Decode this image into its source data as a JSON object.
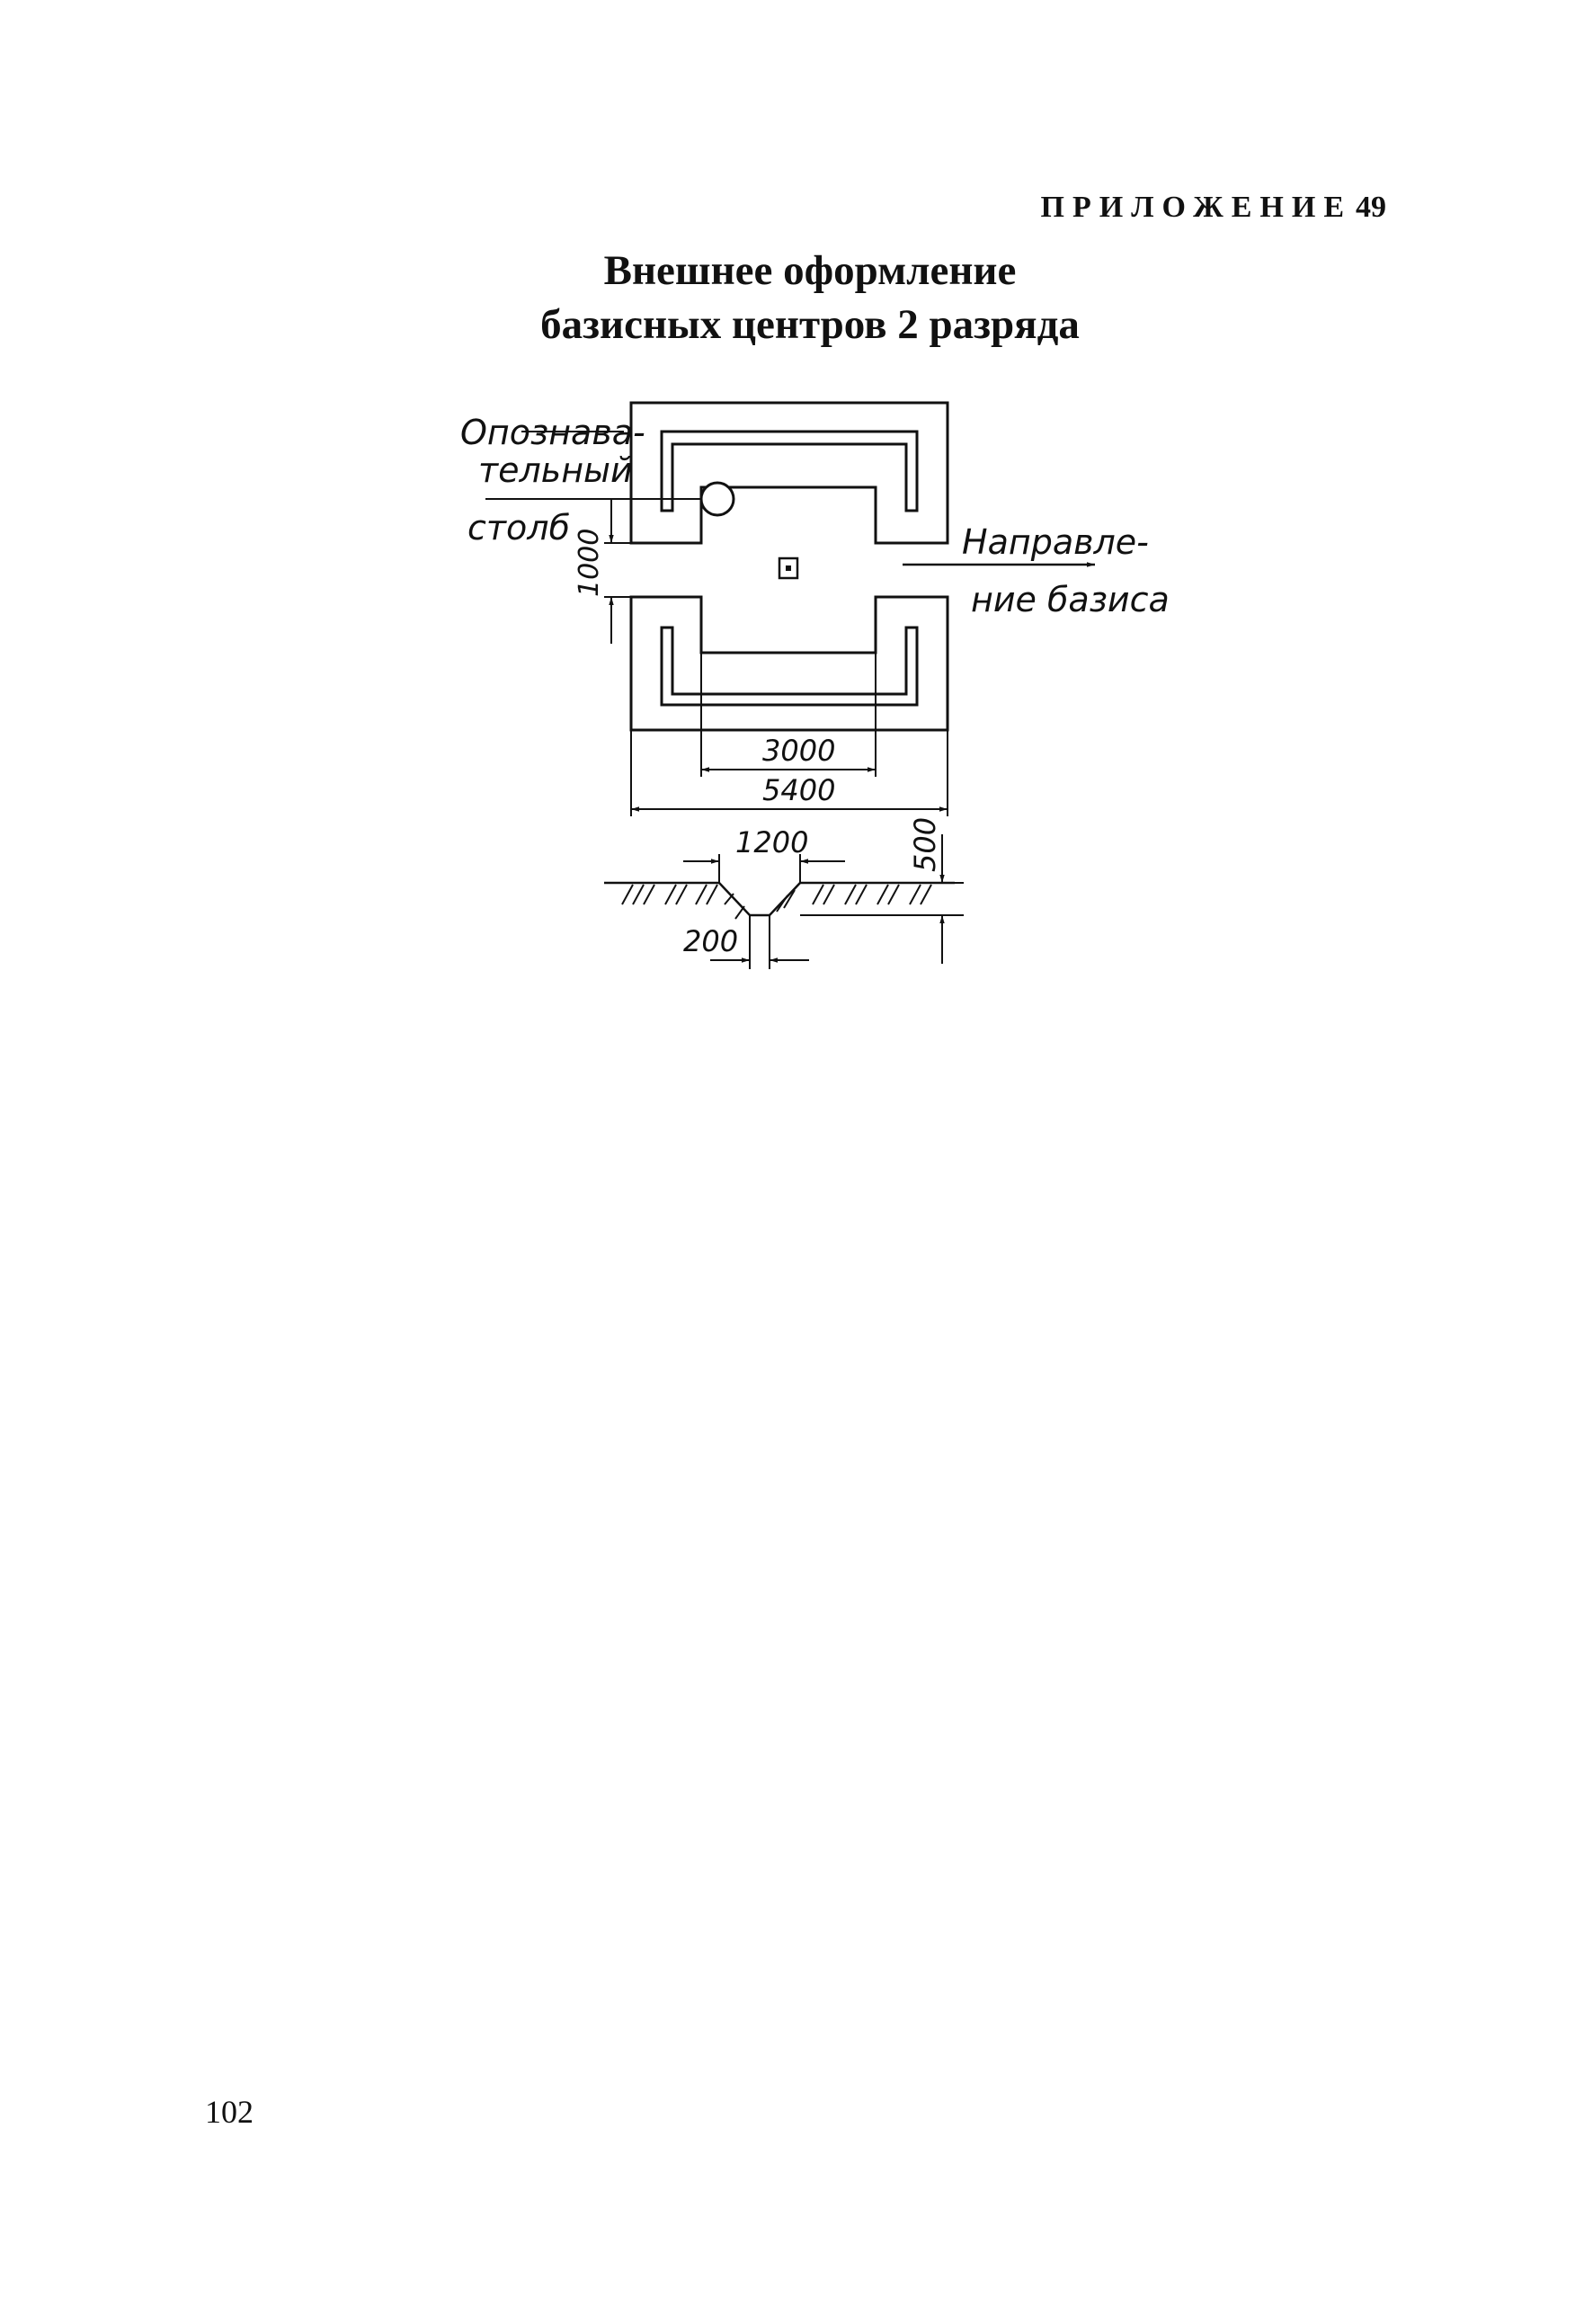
{
  "header": {
    "appendix_label": "ПРИЛОЖЕНИЕ",
    "appendix_number": "49"
  },
  "title": {
    "line1": "Внешнее оформление",
    "line2": "базисных центров 2 разряда"
  },
  "figure": {
    "labels": {
      "post_line1": "Опознава-",
      "post_line2": "тельный",
      "post_line3": "столб",
      "direction_line1": "Направле-",
      "direction_line2": "ние базиса"
    },
    "dimensions": {
      "gap_width": "1000",
      "inner_width": "3000",
      "outer_width": "5400",
      "ditch_top_width": "1200",
      "ditch_depth": "500",
      "ditch_bottom_width": "200"
    }
  },
  "footer": {
    "page_number": "102"
  }
}
